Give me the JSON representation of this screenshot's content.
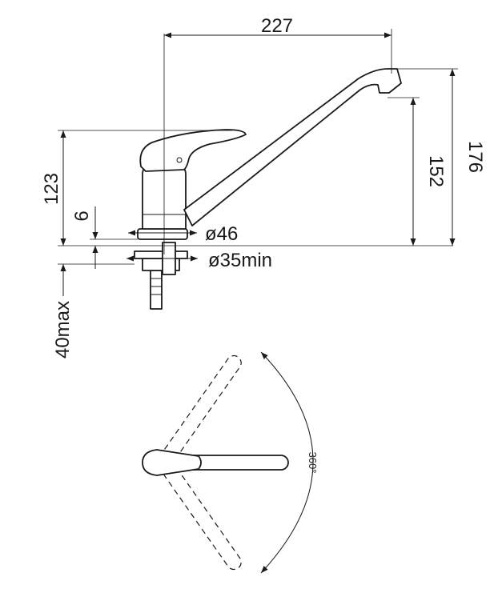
{
  "dimensions": {
    "spout_reach": "227",
    "total_height": "176",
    "spout_height": "152",
    "handle_height": "123",
    "base_plate": "6",
    "base_diameter": "ø46",
    "hole_diameter": "ø35min",
    "countertop_max": "40max",
    "rotation": "360°"
  },
  "colors": {
    "ink": "#1a1a1a",
    "background": "#ffffff"
  }
}
